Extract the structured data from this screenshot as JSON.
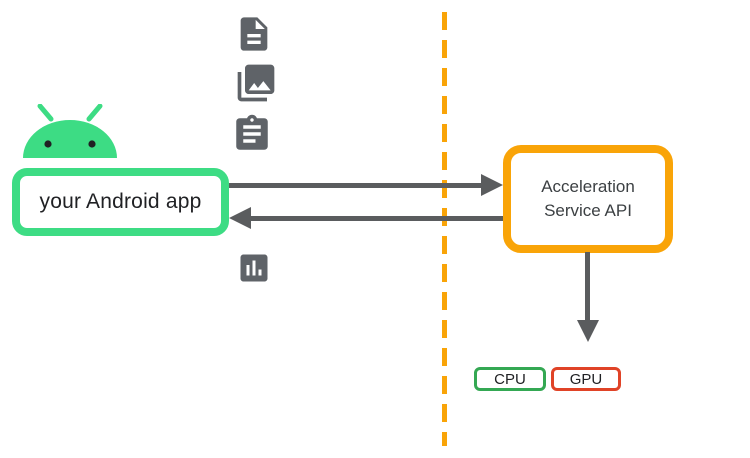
{
  "diagram": {
    "app_box": {
      "label": "your Android app",
      "border_color": "#3DDC84"
    },
    "api_box": {
      "line1": "Acceleration",
      "line2": "Service API",
      "border_color": "#F9A408"
    },
    "chips": {
      "cpu": {
        "label": "CPU",
        "border_color": "#34A853"
      },
      "gpu": {
        "label": "GPU",
        "border_color": "#E04327"
      }
    },
    "icons": {
      "robot": "android-robot-icon",
      "document": "document-file-icon",
      "photos": "photo-library-icon",
      "clipboard": "assignment-clipboard-icon",
      "chart": "bar-chart-icon"
    },
    "colors": {
      "background": "#FFFFFF",
      "icon_gray": "#5F6368",
      "arrow_gray": "#5A5C5E",
      "divider_orange": "#F9A408",
      "android_green": "#3DDC84",
      "text_dark": "#202124"
    }
  }
}
